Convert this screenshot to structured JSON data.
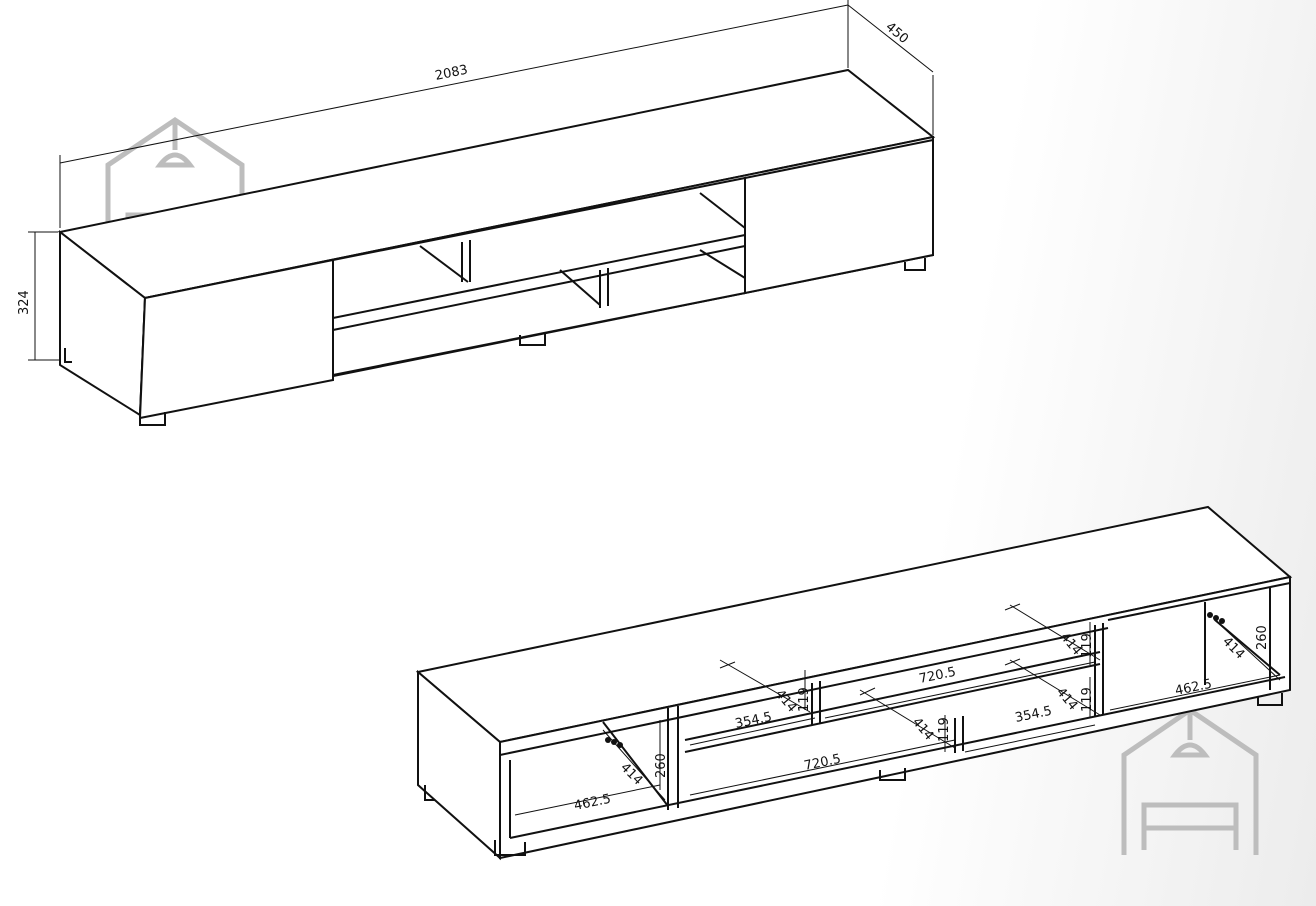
{
  "overall": {
    "width": "2083",
    "depth": "450",
    "height": "324"
  },
  "interior": {
    "left_width": "462.5",
    "left_depth": "414",
    "left_height": "260",
    "center_lower_width": "720.5",
    "center_upper_width": "720.5",
    "center_left_width": "354.5",
    "center_right_width": "354.5",
    "shelf_depth_a": "414",
    "shelf_depth_b": "414",
    "shelf_depth_c": "414",
    "shelf_depth_d": "414",
    "shelf_height_a": "119",
    "shelf_height_b": "119",
    "shelf_height_c": "119",
    "shelf_height_d": "119",
    "right_width": "462.5",
    "right_depth": "414",
    "right_height": "260"
  }
}
